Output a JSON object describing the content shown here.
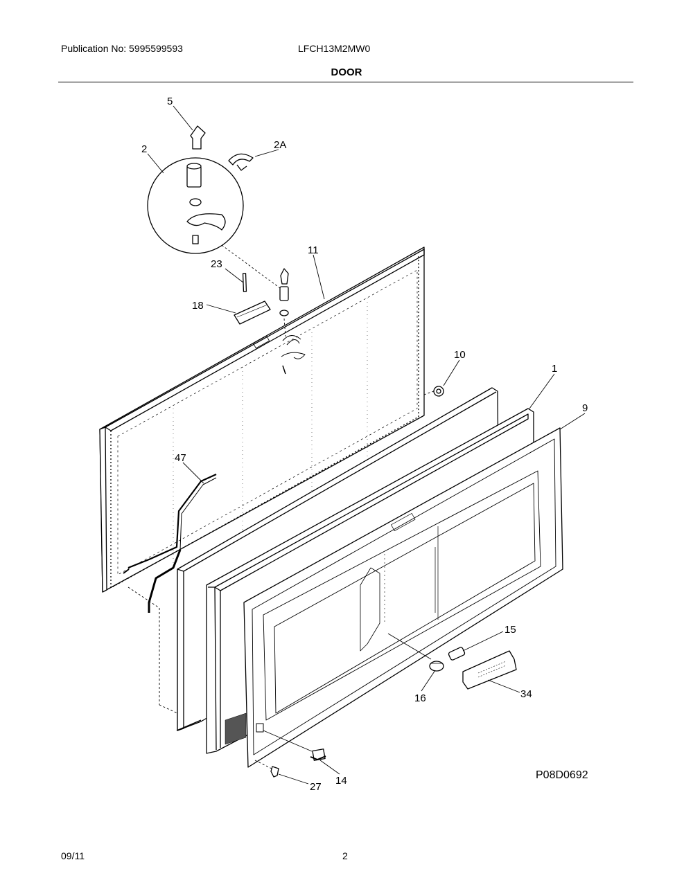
{
  "header": {
    "publication": "Publication No: 5995599593",
    "model": "LFCH13M2MW0"
  },
  "section_title": "DOOR",
  "diagram": {
    "callouts": {
      "c5": "5",
      "c2A": "2A",
      "c2": "2",
      "c11": "11",
      "c23": "23",
      "c18": "18",
      "c10": "10",
      "c1": "1",
      "c9": "9",
      "c47": "47",
      "c15": "15",
      "c16": "16",
      "c34": "34",
      "c14": "14",
      "c27": "27"
    },
    "drawing_code": "P08D0692"
  },
  "footer": {
    "date": "09/11",
    "page": "2"
  }
}
